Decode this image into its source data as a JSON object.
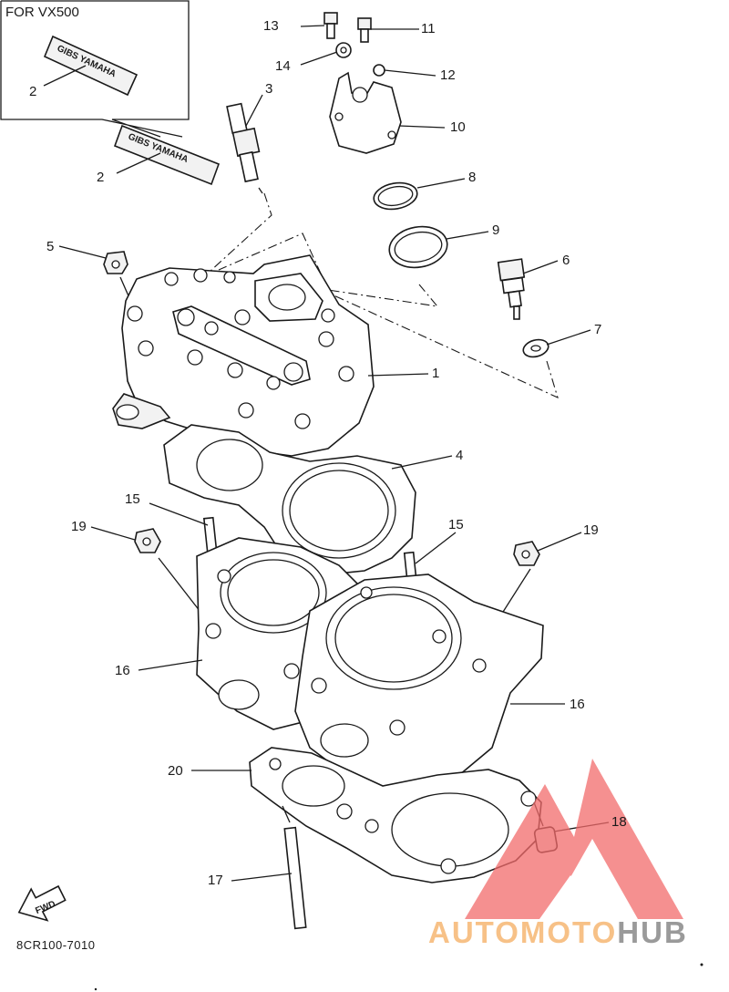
{
  "inset": {
    "title": "FOR VX500"
  },
  "callouts": [
    {
      "id": "c13",
      "text": "13"
    },
    {
      "id": "c11",
      "text": "11"
    },
    {
      "id": "c14",
      "text": "14"
    },
    {
      "id": "c12",
      "text": "12"
    },
    {
      "id": "c3",
      "text": "3"
    },
    {
      "id": "c10",
      "text": "10"
    },
    {
      "id": "c2a",
      "text": "2"
    },
    {
      "id": "c2b",
      "text": "2"
    },
    {
      "id": "c8",
      "text": "8"
    },
    {
      "id": "c9",
      "text": "9"
    },
    {
      "id": "c5",
      "text": "5"
    },
    {
      "id": "c6",
      "text": "6"
    },
    {
      "id": "c7",
      "text": "7"
    },
    {
      "id": "c1",
      "text": "1"
    },
    {
      "id": "c4",
      "text": "4"
    },
    {
      "id": "c15a",
      "text": "15"
    },
    {
      "id": "c15b",
      "text": "15"
    },
    {
      "id": "c19a",
      "text": "19"
    },
    {
      "id": "c19b",
      "text": "19"
    },
    {
      "id": "c16a",
      "text": "16"
    },
    {
      "id": "c16b",
      "text": "16"
    },
    {
      "id": "c20",
      "text": "20"
    },
    {
      "id": "c18",
      "text": "18"
    },
    {
      "id": "c17",
      "text": "17"
    }
  ],
  "fwd_arrow": {
    "text": "FWD"
  },
  "decal_text": "GIBS YAMAHA",
  "doc_code": "8CR100-7010",
  "logo": {
    "part1": "AUTOMOTO",
    "part2": "HUB",
    "accent_color": "#f26b6b",
    "text_color": "#f7c187",
    "grey_color": "#9a9a9a"
  }
}
